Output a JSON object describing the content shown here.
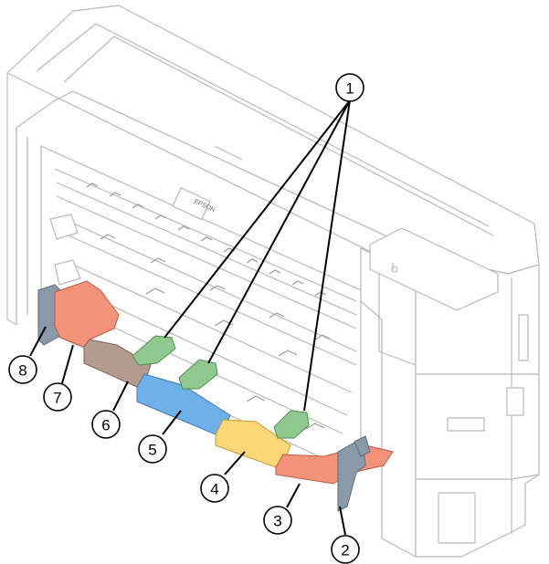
{
  "brand_label": "EPSON",
  "colors": {
    "green": "#8fc98f",
    "blue": "#6fb0e8",
    "yellow": "#fcd77a",
    "salmon": "#f4937a",
    "brown": "#b39b90",
    "gray_blue": "#8a9aa8"
  },
  "callouts": [
    {
      "id": "1",
      "label": "1"
    },
    {
      "id": "2",
      "label": "2"
    },
    {
      "id": "3",
      "label": "3"
    },
    {
      "id": "4",
      "label": "4"
    },
    {
      "id": "5",
      "label": "5"
    },
    {
      "id": "6",
      "label": "6"
    },
    {
      "id": "7",
      "label": "7"
    },
    {
      "id": "8",
      "label": "8"
    }
  ]
}
